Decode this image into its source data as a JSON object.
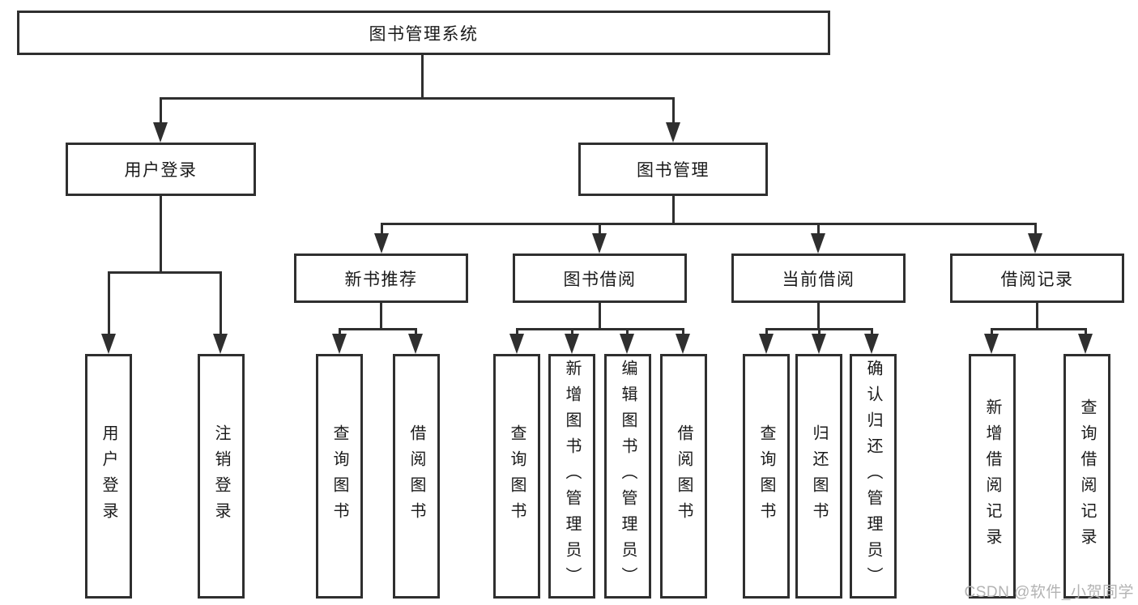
{
  "diagram_title": "图书管理系统",
  "tree": {
    "root": {
      "label": "图书管理系统"
    },
    "branches": [
      {
        "label": "用户登录",
        "children": [
          {
            "label": "用户登录"
          },
          {
            "label": "注销登录"
          }
        ]
      },
      {
        "label": "图书管理",
        "children": [
          {
            "label": "新书推荐",
            "children": [
              {
                "label": "查询图书"
              },
              {
                "label": "借阅图书"
              }
            ]
          },
          {
            "label": "图书借阅",
            "children": [
              {
                "label": "查询图书"
              },
              {
                "label": "新增图书（管理员）"
              },
              {
                "label": "编辑图书（管理员）"
              },
              {
                "label": "借阅图书"
              }
            ]
          },
          {
            "label": "当前借阅",
            "children": [
              {
                "label": "查询图书"
              },
              {
                "label": "归还图书"
              },
              {
                "label": "确认归还（管理员）"
              }
            ]
          },
          {
            "label": "借阅记录",
            "children": [
              {
                "label": "新增借阅记录"
              },
              {
                "label": "查询借阅记录"
              }
            ]
          }
        ]
      }
    ]
  },
  "watermark": {
    "text": "CSDN @软件_小贺同学"
  },
  "colors": {
    "line": "#2f2f2f",
    "text": "#1a1a1a",
    "watermark": "#b3b3b3",
    "background": "#ffffff"
  }
}
